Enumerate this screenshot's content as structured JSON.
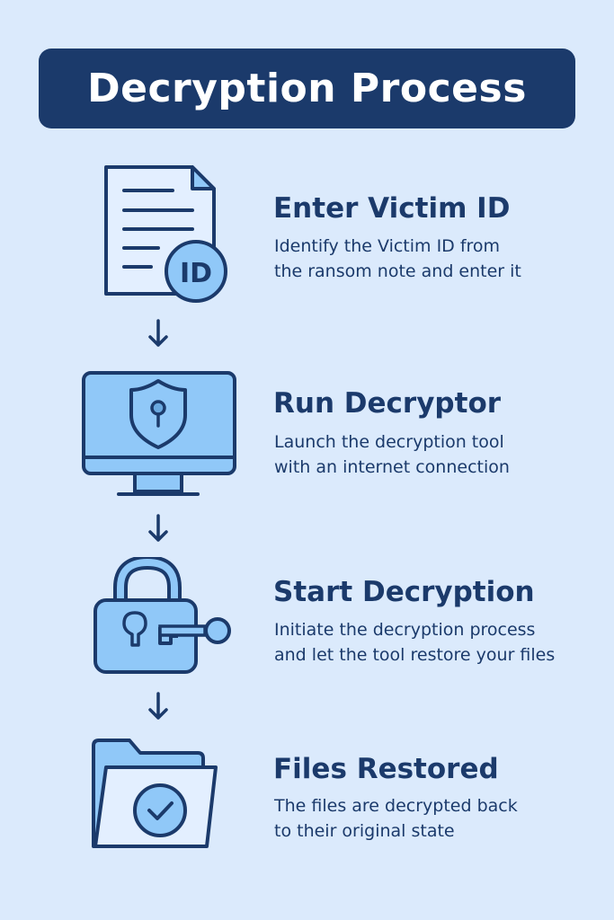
{
  "title": "Decryption Process",
  "steps": [
    {
      "title": "Enter Victim ID",
      "desc_line1": "Identify the Victim ID from",
      "desc_line2": "the ransom note and enter it",
      "icon": "document-id-icon",
      "badge": "ID"
    },
    {
      "title": "Run Decryptor",
      "desc_line1": "Launch the decryption tool",
      "desc_line2": "with an internet connection",
      "icon": "monitor-shield-icon"
    },
    {
      "title": "Start Decryption",
      "desc_line1": "Initiate the decryption process",
      "desc_line2": "and let the tool restore your files",
      "icon": "padlock-key-icon"
    },
    {
      "title": "Files Restored",
      "desc_line1": "The files are decrypted back",
      "desc_line2": "to their original state",
      "icon": "folder-check-icon"
    }
  ],
  "colors": {
    "background": "#dbeafc",
    "dark": "#1b3a6b",
    "accent": "#90c8f8",
    "paper": "#e3efff"
  }
}
